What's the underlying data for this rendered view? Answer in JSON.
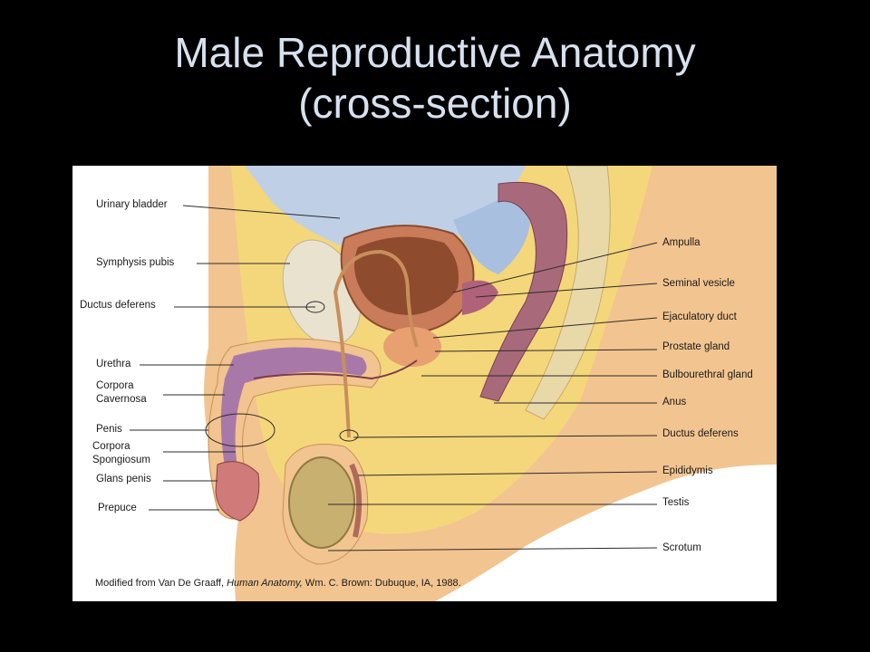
{
  "slide": {
    "title_line1": "Male Reproductive Anatomy",
    "title_line2": "(cross-section)"
  },
  "figure": {
    "labels_left": {
      "urinary_bladder": "Urinary bladder",
      "symphysis_pubis": "Symphysis pubis",
      "ductus_deferens": "Ductus deferens",
      "urethra": "Urethra",
      "corpora_cavernosa_1": "Corpora",
      "corpora_cavernosa_2": "Cavernosa",
      "penis": "Penis",
      "corpora_spongiosum_1": "Corpora",
      "corpora_spongiosum_2": "Spongiosum",
      "glans_penis": "Glans penis",
      "prepuce": "Prepuce"
    },
    "labels_right": {
      "ampulla": "Ampulla",
      "seminal_vesicle": "Seminal vesicle",
      "ejaculatory_duct": "Ejaculatory duct",
      "prostate_gland": "Prostate gland",
      "bulbourethral_gland": "Bulbourethral gland",
      "anus": "Anus",
      "ductus_deferens": "Ductus deferens",
      "epididymis": "Epididymis",
      "testis": "Testis",
      "scrotum": "Scrotum"
    },
    "caption": {
      "prefix": "Modified from Van De Graaff, ",
      "book": "Human Anatomy,",
      "suffix": " Wm. C. Brown: Dubuque, IA, 1988."
    }
  },
  "colors": {
    "background": "#000000",
    "title": "#d7e1f0",
    "skin": "#f2c48f",
    "fat": "#f4d77a",
    "bladder": "#c97b5a",
    "purple_tissue": "#a879a8",
    "bone": "#e8e2cf"
  }
}
